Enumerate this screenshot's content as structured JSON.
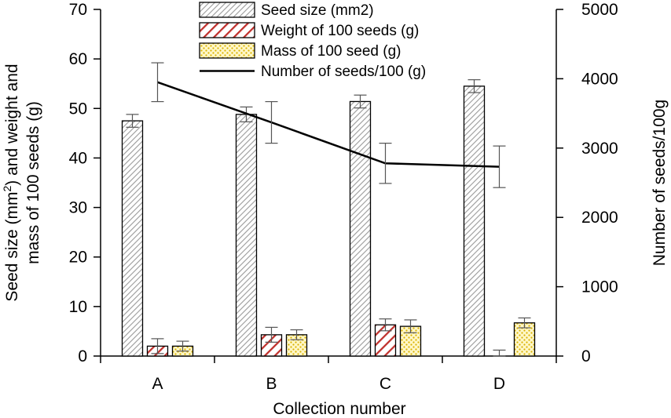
{
  "chart_data": {
    "type": "bar",
    "categories": [
      "A",
      "B",
      "C",
      "D"
    ],
    "xlabel": "Collection number",
    "ylabel_left_lines": [
      "Seed size (mm",
      "2",
      ") and weight and",
      "mass of 100 seeds (g)"
    ],
    "ylabel_right": "Number of seeds/100g",
    "ylim_left": [
      0,
      70
    ],
    "yticks_left": [
      0,
      10,
      20,
      30,
      40,
      50,
      60,
      70
    ],
    "ylim_right": [
      0,
      5000
    ],
    "yticks_right": [
      0,
      1000,
      2000,
      3000,
      4000,
      5000
    ],
    "legend_position": "top-center",
    "series": [
      {
        "name": "Seed  size (mm2)",
        "kind": "bar",
        "pattern": "hatch-gray",
        "axis": "left",
        "values": [
          47.5,
          48.8,
          51.4,
          54.5
        ],
        "errors": [
          1.3,
          1.5,
          1.3,
          1.3
        ]
      },
      {
        "name": "Weight of 100 seeds (g)",
        "kind": "bar",
        "pattern": "hatch-red",
        "axis": "left",
        "values": [
          2.0,
          4.3,
          6.3,
          0
        ],
        "errors": [
          1.5,
          1.5,
          1.2,
          1.2
        ]
      },
      {
        "name": "Mass of  100 seed (g)",
        "kind": "bar",
        "pattern": "dots-yellow",
        "axis": "left",
        "values": [
          2.0,
          4.3,
          6.0,
          6.7
        ],
        "errors": [
          1.0,
          1.0,
          1.3,
          1.0
        ]
      },
      {
        "name": "Number of seeds/100 (g)",
        "kind": "line",
        "axis": "right",
        "values": [
          3950,
          3370,
          2780,
          2730
        ],
        "errors": [
          280,
          300,
          290,
          300
        ]
      }
    ],
    "colors": {
      "hatch_gray": "#9a9a9a",
      "hatch_red": "#c0302c",
      "dots_yellow": "#d9b200",
      "dots_bg": "#fff7c8",
      "line": "#000000"
    }
  }
}
